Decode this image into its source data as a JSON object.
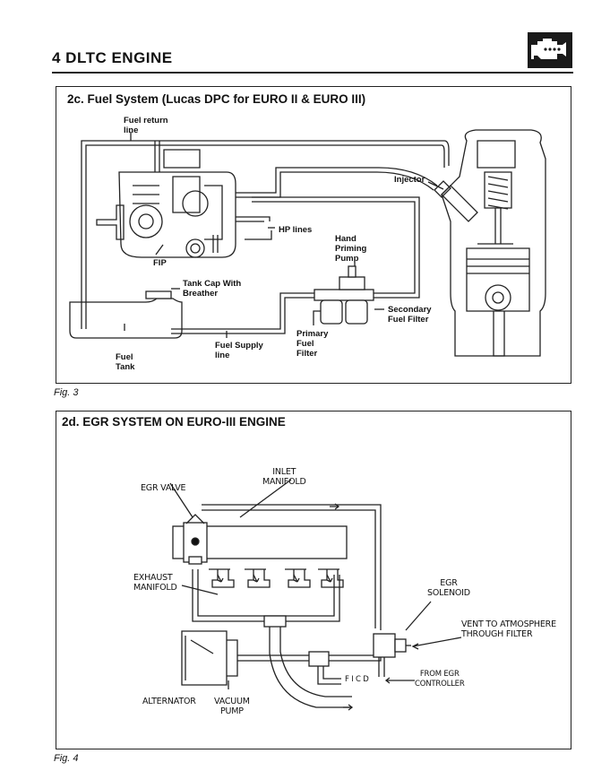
{
  "header": {
    "title": "4 DLTC ENGINE",
    "icon": "engine-icon"
  },
  "fuel_system": {
    "title": "2c. Fuel System (Lucas DPC for EURO II & EURO III)",
    "labels": {
      "fuel_return_line": [
        "Fuel return",
        "line"
      ],
      "injector": "Injector",
      "hp_lines": "HP lines",
      "hand_priming_pump": [
        "Hand",
        "Priming",
        "Pump"
      ],
      "fip": "FIP",
      "tank_cap": [
        "Tank Cap With",
        "Breather"
      ],
      "secondary_filter": [
        "Secondary",
        "Fuel Filter"
      ],
      "primary_filter": [
        "Primary",
        "Fuel",
        "Filter"
      ],
      "fuel_tank": [
        "Fuel",
        "Tank"
      ],
      "fuel_supply_line": [
        "Fuel Supply",
        "line"
      ]
    },
    "caption": "Fig. 3"
  },
  "egr_system": {
    "title": "2d. EGR SYSTEM ON EURO-III ENGINE",
    "labels": {
      "egr_valve": "EGR VALVE",
      "inlet_manifold": [
        "INLET",
        "MANIFOLD"
      ],
      "exhaust_manifold": [
        "EXHAUST",
        "MANIFOLD"
      ],
      "egr_solenoid": [
        "EGR",
        "SOLENOID"
      ],
      "vent": [
        "VENT TO ATMOSPHERE",
        "THROUGH FILTER"
      ],
      "alternator": "ALTERNATOR",
      "vacuum_pump": [
        "VACUUM",
        "PUMP"
      ],
      "ficd": "F I C D",
      "from_egr_controller": [
        "FROM EGR",
        "CONTROLLER"
      ]
    },
    "caption": "Fig. 4"
  }
}
